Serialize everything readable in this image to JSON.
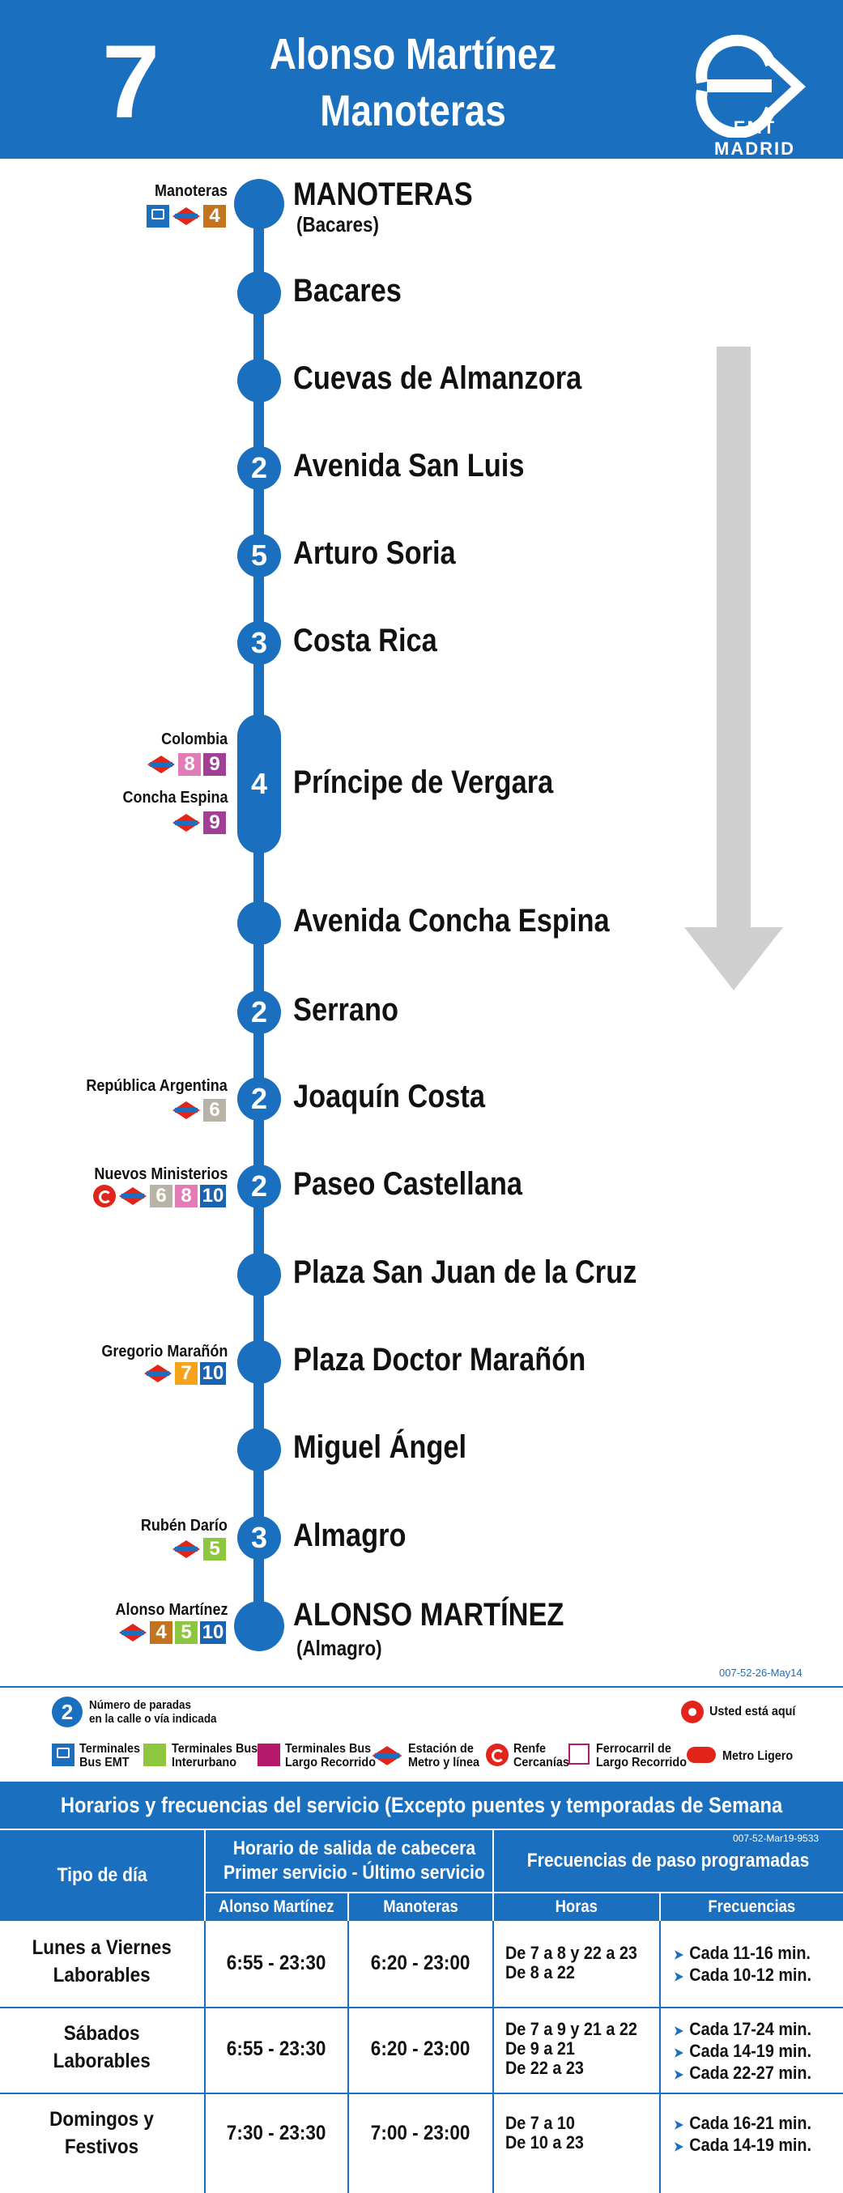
{
  "header": {
    "line_number": "7",
    "destination_1": "Alonso Martínez",
    "destination_2": "Manoteras",
    "logo_text": "EMT MADRID"
  },
  "stops": [
    {
      "name": "MANOTERAS",
      "sub": "(Bacares)",
      "count": ""
    },
    {
      "name": "Bacares",
      "count": ""
    },
    {
      "name": "Cuevas de Almanzora",
      "count": ""
    },
    {
      "name": "Avenida San Luis",
      "count": "2"
    },
    {
      "name": "Arturo Soria",
      "count": "5"
    },
    {
      "name": "Costa Rica",
      "count": "3"
    },
    {
      "name": "Príncipe de Vergara",
      "count": "4"
    },
    {
      "name": "Avenida Concha Espina",
      "count": ""
    },
    {
      "name": "Serrano",
      "count": "2"
    },
    {
      "name": "Joaquín Costa",
      "count": "2"
    },
    {
      "name": "Paseo Castellana",
      "count": "2"
    },
    {
      "name": "Plaza San Juan de la Cruz",
      "count": ""
    },
    {
      "name": "Plaza Doctor Marañón",
      "count": ""
    },
    {
      "name": "Miguel Ángel",
      "count": ""
    },
    {
      "name": "Almagro",
      "count": "3"
    },
    {
      "name": "ALONSO MARTÍNEZ",
      "sub": "(Almagro)",
      "count": ""
    }
  ],
  "connections": {
    "manoteras": {
      "label": "Manoteras",
      "lines": [
        "4"
      ]
    },
    "colombia": {
      "label": "Colombia",
      "lines": [
        "8",
        "9"
      ]
    },
    "concha_espina": {
      "label": "Concha Espina",
      "lines": [
        "9"
      ]
    },
    "republica_argentina": {
      "label": "República Argentina",
      "lines": [
        "6"
      ]
    },
    "nuevos_ministerios": {
      "label": "Nuevos Ministerios",
      "lines": [
        "6",
        "8",
        "10"
      ]
    },
    "gregorio_maranon": {
      "label": "Gregorio Marañón",
      "lines": [
        "7",
        "10"
      ]
    },
    "ruben_dario": {
      "label": "Rubén Darío",
      "lines": [
        "5"
      ]
    },
    "alonso_martinez": {
      "label": "Alonso Martínez",
      "lines": [
        "4",
        "5",
        "10"
      ]
    }
  },
  "metro_line_colors": {
    "4": "#c2731f",
    "5": "#8dc63f",
    "6": "#b9b2a6",
    "7": "#f7a21b",
    "8": "#e27bb6",
    "9": "#a13f97",
    "10": "#1b62b1"
  },
  "codes": {
    "map": "007-52-26-May14",
    "timetable": "007-52-Mar19-9533"
  },
  "legend": {
    "stops_count": "Número de paradas\nen la calle o vía indicada",
    "stops_count_example": "2",
    "you_are_here": "Usted está aquí",
    "items": [
      {
        "icon": "bus-emt-terminal-icon",
        "label": "Terminales\nBus EMT"
      },
      {
        "icon": "interurban-bus-terminal-icon",
        "label": "Terminales Bus\nInterurbano"
      },
      {
        "icon": "long-distance-bus-terminal-icon",
        "label": "Terminales Bus\nLargo Recorrido"
      },
      {
        "icon": "metro-station-icon",
        "label": "Estación de\nMetro y línea"
      },
      {
        "icon": "renfe-cercanias-icon",
        "label": "Renfe\nCercanías"
      },
      {
        "icon": "long-distance-rail-icon",
        "label": "Ferrocarril de\nLargo Recorrido"
      },
      {
        "icon": "metro-ligero-icon",
        "label": "Metro Ligero"
      }
    ]
  },
  "timetable": {
    "title": "Horarios y frecuencias del servicio (Excepto puentes y temporadas de Semana Santa y Verano)",
    "col_day_type": "Tipo de día",
    "col_departure": "Horario de salida de cabecera\nPrimer servicio - Último servicio",
    "col_frequencies": "Frecuencias de paso programadas",
    "sub_alonso": "Alonso Martínez",
    "sub_manoteras": "Manoteras",
    "sub_hours": "Horas",
    "sub_freq": "Frecuencias",
    "rows": [
      {
        "day": "Lunes a Viernes\nLaborables",
        "alonso": "6:55 - 23:30",
        "manoteras": "6:20 - 23:00",
        "hours": [
          "De 7 a 8 y 22 a 23",
          "De 8 a 22"
        ],
        "freqs": [
          "Cada 11-16 min.",
          "Cada 10-12 min."
        ]
      },
      {
        "day": "Sábados\nLaborables",
        "alonso": "6:55 - 23:30",
        "manoteras": "6:20 - 23:00",
        "hours": [
          "De 7 a 9 y 21 a 22",
          "De 9 a 21",
          "De 22 a 23"
        ],
        "freqs": [
          "Cada 17-24 min.",
          "Cada 14-19 min.",
          "Cada 22-27 min."
        ]
      },
      {
        "day": "Domingos y\nFestivos",
        "alonso": "7:30 - 23:30",
        "manoteras": "7:00 - 23:00",
        "hours": [
          "De 7 a 10",
          "De 10 a 23"
        ],
        "freqs": [
          "Cada 16-21 min.",
          "Cada 14-19 min."
        ]
      }
    ]
  }
}
